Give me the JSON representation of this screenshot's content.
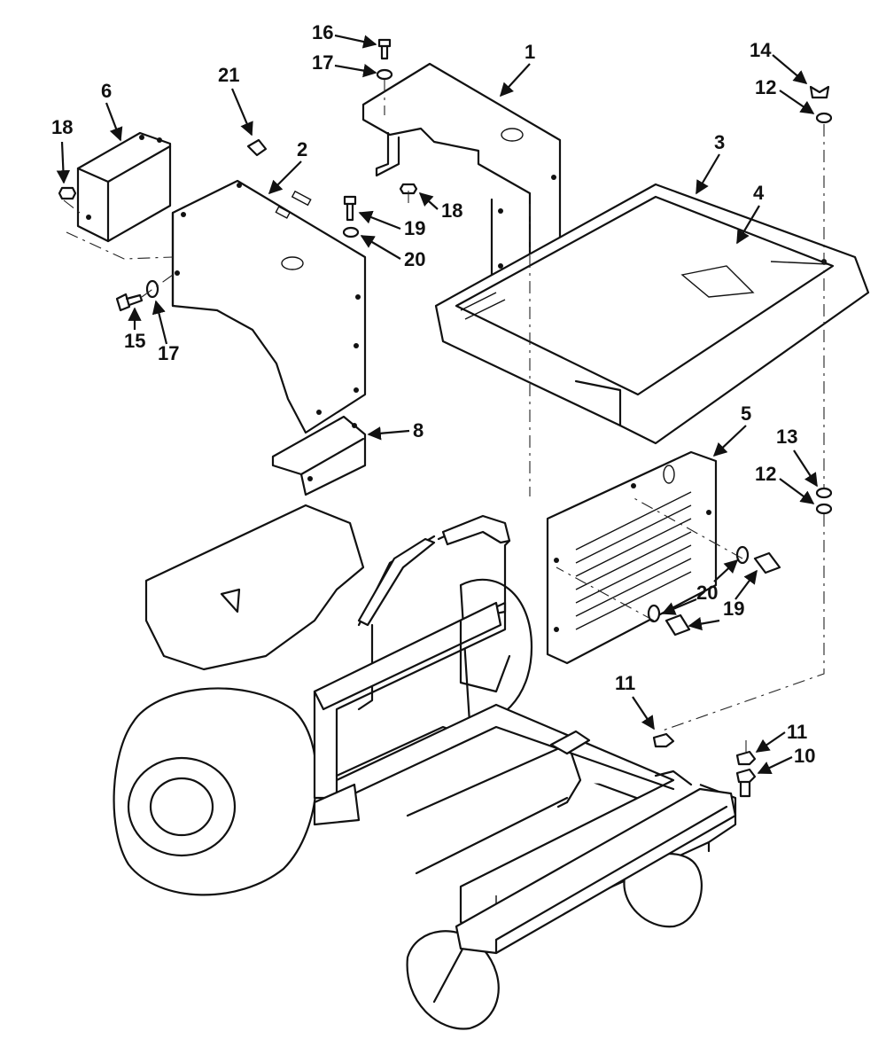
{
  "callouts": [
    {
      "id": "c1",
      "label": "1"
    },
    {
      "id": "c2",
      "label": "2"
    },
    {
      "id": "c3",
      "label": "3"
    },
    {
      "id": "c4",
      "label": "4"
    },
    {
      "id": "c5",
      "label": "5"
    },
    {
      "id": "c6",
      "label": "6"
    },
    {
      "id": "c8",
      "label": "8"
    },
    {
      "id": "c10",
      "label": "10"
    },
    {
      "id": "c11a",
      "label": "11"
    },
    {
      "id": "c11b",
      "label": "11"
    },
    {
      "id": "c12a",
      "label": "12"
    },
    {
      "id": "c12b",
      "label": "12"
    },
    {
      "id": "c13",
      "label": "13"
    },
    {
      "id": "c14",
      "label": "14"
    },
    {
      "id": "c15",
      "label": "15"
    },
    {
      "id": "c16",
      "label": "16"
    },
    {
      "id": "c17a",
      "label": "17"
    },
    {
      "id": "c17b",
      "label": "17"
    },
    {
      "id": "c18a",
      "label": "18"
    },
    {
      "id": "c18b",
      "label": "18"
    },
    {
      "id": "c19a",
      "label": "19"
    },
    {
      "id": "c19b",
      "label": "19"
    },
    {
      "id": "c20a",
      "label": "20"
    },
    {
      "id": "c20b",
      "label": "20"
    },
    {
      "id": "c21",
      "label": "21"
    }
  ]
}
